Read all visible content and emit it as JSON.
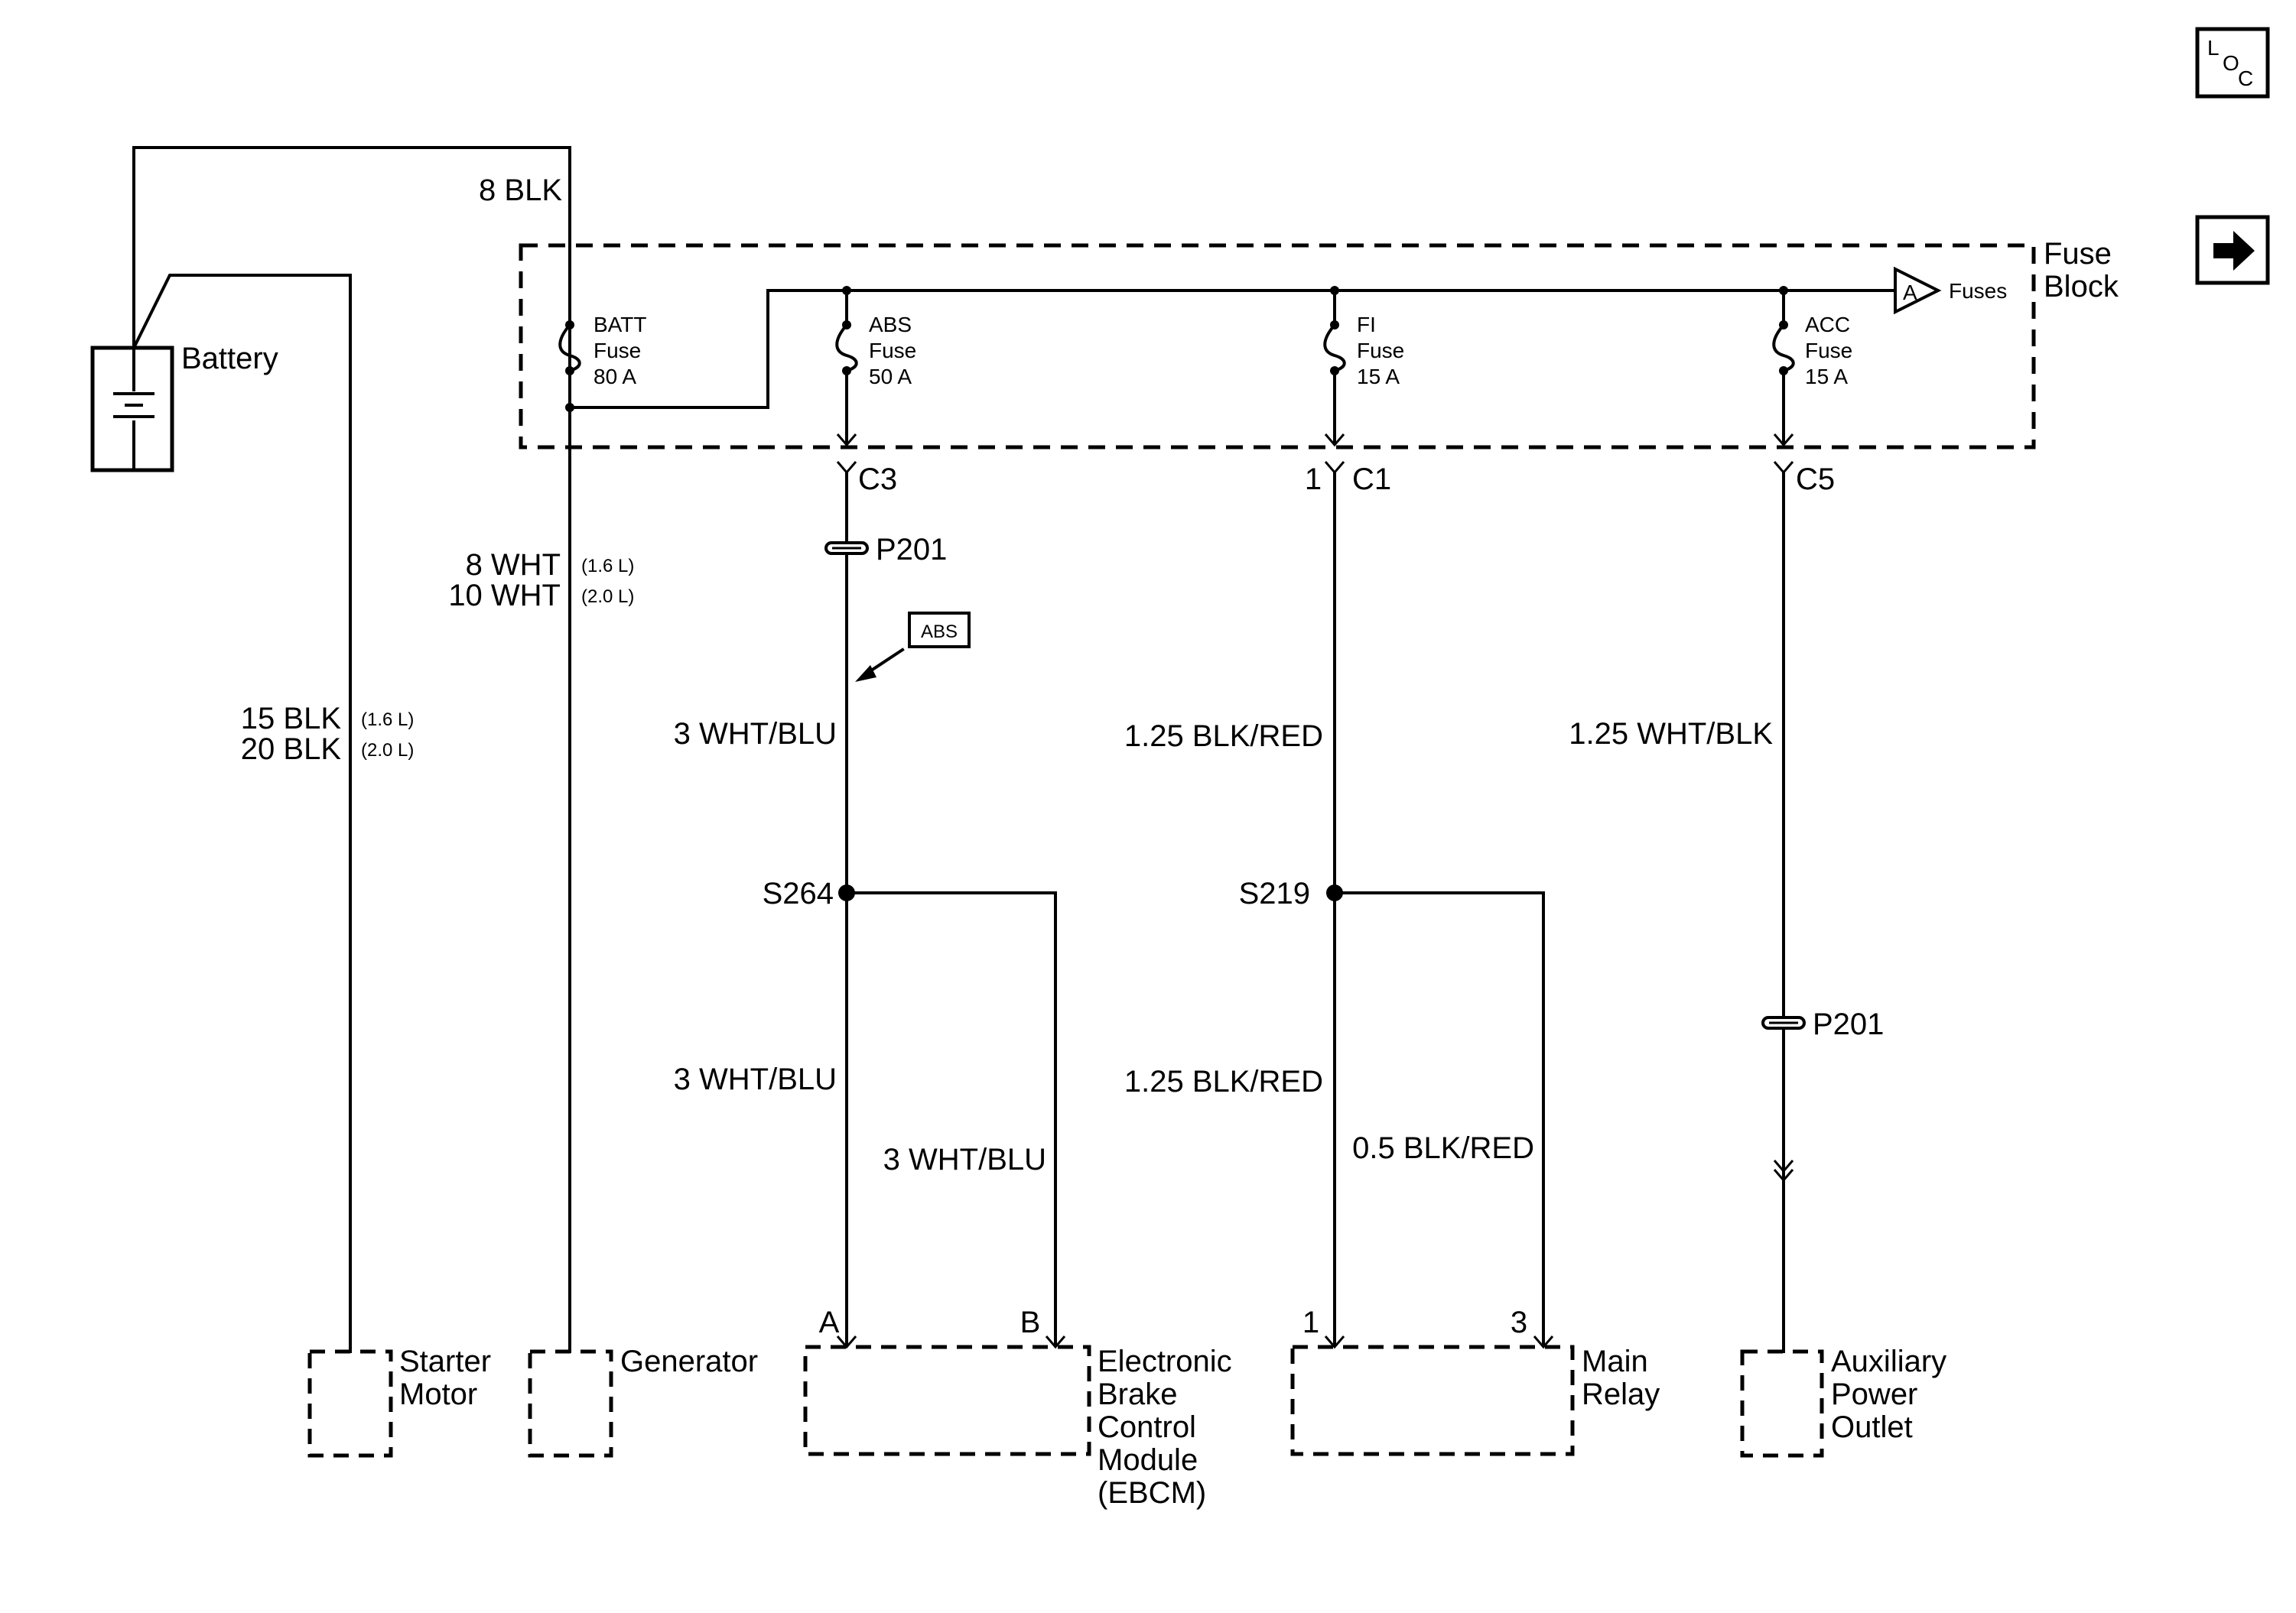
{
  "nav_icons": {
    "loc": {
      "l": "L",
      "o": "O",
      "c": "C"
    },
    "next": "arrow-right-icon"
  },
  "battery": {
    "label": "Battery"
  },
  "fuse_block": {
    "label_line1": "Fuse",
    "label_line2": "Block",
    "fuses_ref": {
      "letter": "A",
      "text": "Fuses"
    }
  },
  "fuses": {
    "batt": {
      "name": "BATT",
      "word": "Fuse",
      "rating": "80 A"
    },
    "abs": {
      "name": "ABS",
      "word": "Fuse",
      "rating": "50 A"
    },
    "fi": {
      "name": "FI",
      "word": "Fuse",
      "rating": "15 A"
    },
    "acc": {
      "name": "ACC",
      "word": "Fuse",
      "rating": "15 A"
    }
  },
  "wires": {
    "batt_top": "8 BLK",
    "gen_a": "8 WHT",
    "gen_a_note": "(1.6 L)",
    "gen_b": "10 WHT",
    "gen_b_note": "(2.0 L)",
    "starter_a": "15 BLK",
    "starter_a_note": "(1.6 L)",
    "starter_b": "20 BLK",
    "starter_b_note": "(2.0 L)",
    "abs_upper": "3 WHT/BLU",
    "abs_lower": "3 WHT/BLU",
    "abs_branch": "3 WHT/BLU",
    "fi_upper": "1.25 BLK/RED",
    "fi_lower": "1.25 BLK/RED",
    "fi_branch": "0.5 BLK/RED",
    "acc": "1.25 WHT/BLK"
  },
  "connectors": {
    "c3": "C3",
    "c1": "C1",
    "c1_pin": "1",
    "c5": "C5",
    "p201_abs": "P201",
    "p201_acc": "P201",
    "abs_tag": "ABS"
  },
  "splices": {
    "s264": "S264",
    "s219": "S219"
  },
  "components": {
    "starter": {
      "l1": "Starter",
      "l2": "Motor"
    },
    "generator": {
      "l1": "Generator"
    },
    "ebcm": {
      "l1": "Electronic",
      "l2": "Brake",
      "l3": "Control",
      "l4": "Module",
      "l5": "(EBCM)",
      "pin_a": "A",
      "pin_b": "B"
    },
    "relay": {
      "l1": "Main",
      "l2": "Relay",
      "pin_1": "1",
      "pin_3": "3"
    },
    "outlet": {
      "l1": "Auxiliary",
      "l2": "Power",
      "l3": "Outlet"
    }
  }
}
